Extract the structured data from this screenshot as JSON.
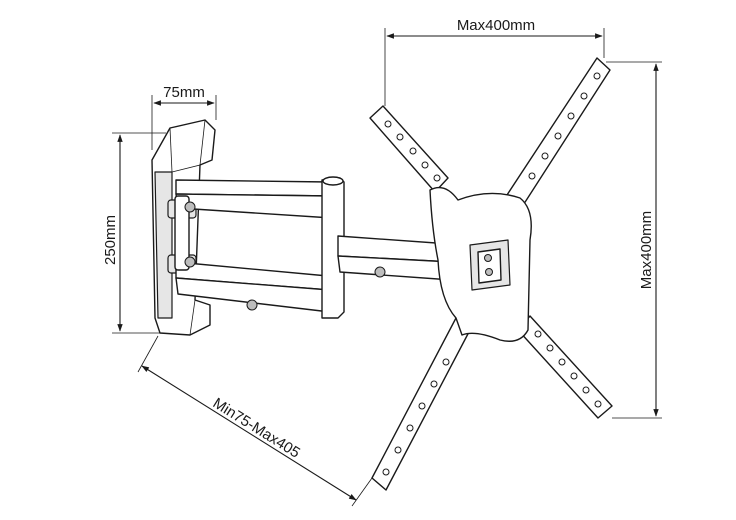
{
  "diagram": {
    "dimensions": {
      "wall_plate_depth": "75mm",
      "wall_plate_height": "250mm",
      "extension": "Min75-Max405",
      "vesa_width": "Max400mm",
      "vesa_height": "Max400mm"
    },
    "colors": {
      "line": "#1a1a1a",
      "background": "#ffffff",
      "shade": "#e6e6e6"
    }
  }
}
